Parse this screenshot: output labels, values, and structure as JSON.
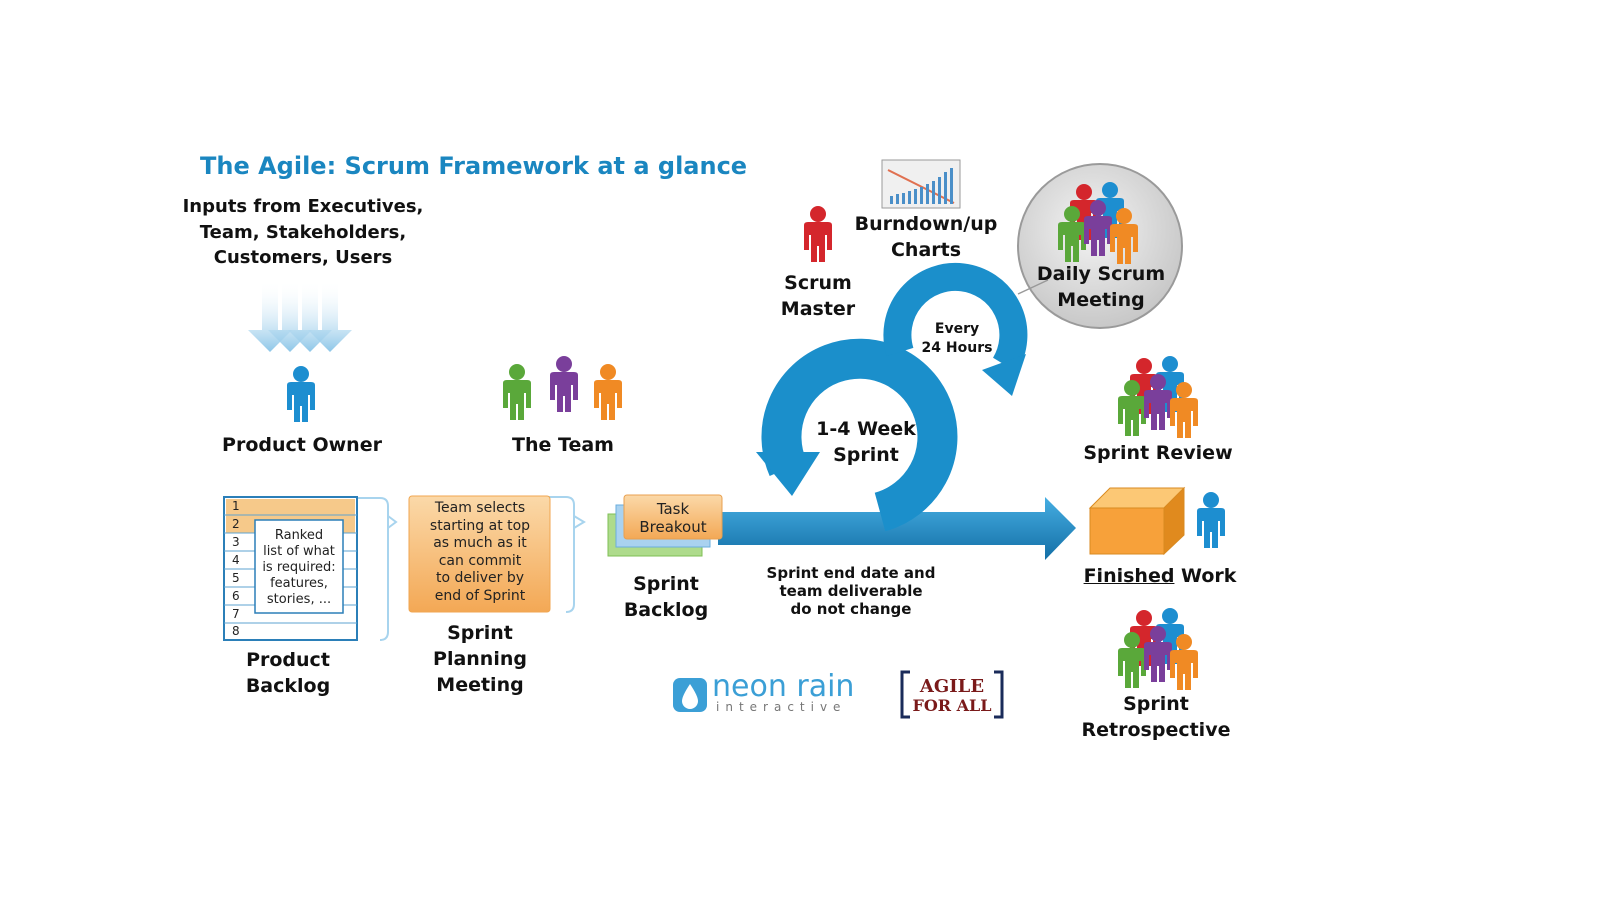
{
  "title": "The Agile: Scrum Framework at a glance",
  "inputs": [
    "Inputs from Executives,",
    "Team, Stakeholders,",
    "Customers, Users"
  ],
  "roles": {
    "product_owner": "Product Owner",
    "team": "The Team",
    "scrum_master": [
      "Scrum",
      "Master"
    ]
  },
  "artifacts": {
    "burndown": [
      "Burndown/up",
      "Charts"
    ],
    "daily_scrum": [
      "Daily Scrum",
      "Meeting"
    ],
    "every_24": [
      "Every",
      "24 Hours"
    ],
    "sprint_cycle": [
      "1-4 Week",
      "Sprint"
    ],
    "product_backlog_label": [
      "Product",
      "Backlog"
    ],
    "backlog_numbers": [
      "1",
      "2",
      "3",
      "4",
      "5",
      "6",
      "7",
      "8"
    ],
    "backlog_note": [
      "Ranked",
      "list of what",
      "is required:",
      "features,",
      "stories, ..."
    ],
    "planning_note": [
      "Team selects",
      "starting at top",
      "as much as it",
      "can commit",
      "to deliver by",
      "end of Sprint"
    ],
    "planning_label": [
      "Sprint",
      "Planning",
      "Meeting"
    ],
    "task_breakout": [
      "Task",
      "Breakout"
    ],
    "sprint_backlog_label": [
      "Sprint",
      "Backlog"
    ],
    "sprint_end_note": [
      "Sprint end date and",
      "team deliverable",
      "do not change"
    ]
  },
  "outcomes": {
    "sprint_review": "Sprint Review",
    "finished_underlined": "Finished",
    "finished_rest": " Work",
    "retrospective": [
      "Sprint",
      "Retrospective"
    ]
  },
  "logos": {
    "neon_rain_top": "neon rain",
    "neon_rain_bottom": "interactive",
    "agile_for_all_1": "AGILE",
    "agile_for_all_2": "FOR ALL"
  },
  "colors": {
    "title_blue": "#1a86c0",
    "arrow_blue": "#1b8fcb",
    "person_blue": "#1d8ed0",
    "person_red": "#d4262c",
    "person_green": "#5aa83a",
    "person_purple": "#7a3f9b",
    "person_orange": "#f08a24",
    "box_orange": "#f7a13a",
    "agile_red": "#7a1a1a"
  }
}
